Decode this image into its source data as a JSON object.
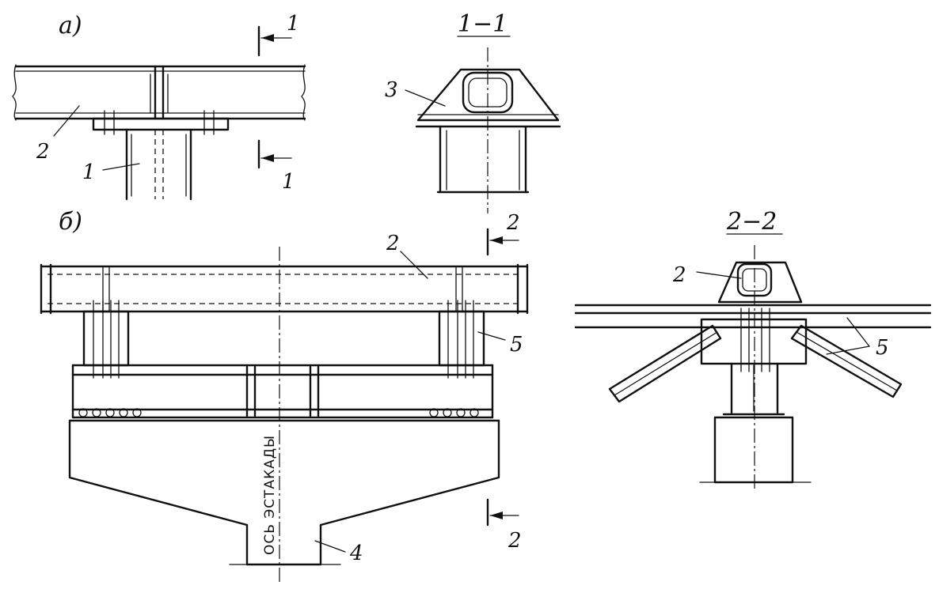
{
  "figure": {
    "view_a_label": "а)",
    "view_b_label": "б)",
    "section_1_title": "1−1",
    "section_2_title": "2−2",
    "section_1_mark_top": "1",
    "section_1_mark_bottom": "1",
    "section_2_mark_top": "2",
    "section_2_mark_bottom": "2",
    "callouts": {
      "a_column": "1",
      "a_beam": "2",
      "s1_bracket": "3",
      "b_beam": "2",
      "b_brace": "5",
      "b_pier": "4",
      "s2_beam": "2",
      "s2_brace": "5"
    },
    "axis_label": "ОСЬ ЭСТАКАДЫ"
  }
}
